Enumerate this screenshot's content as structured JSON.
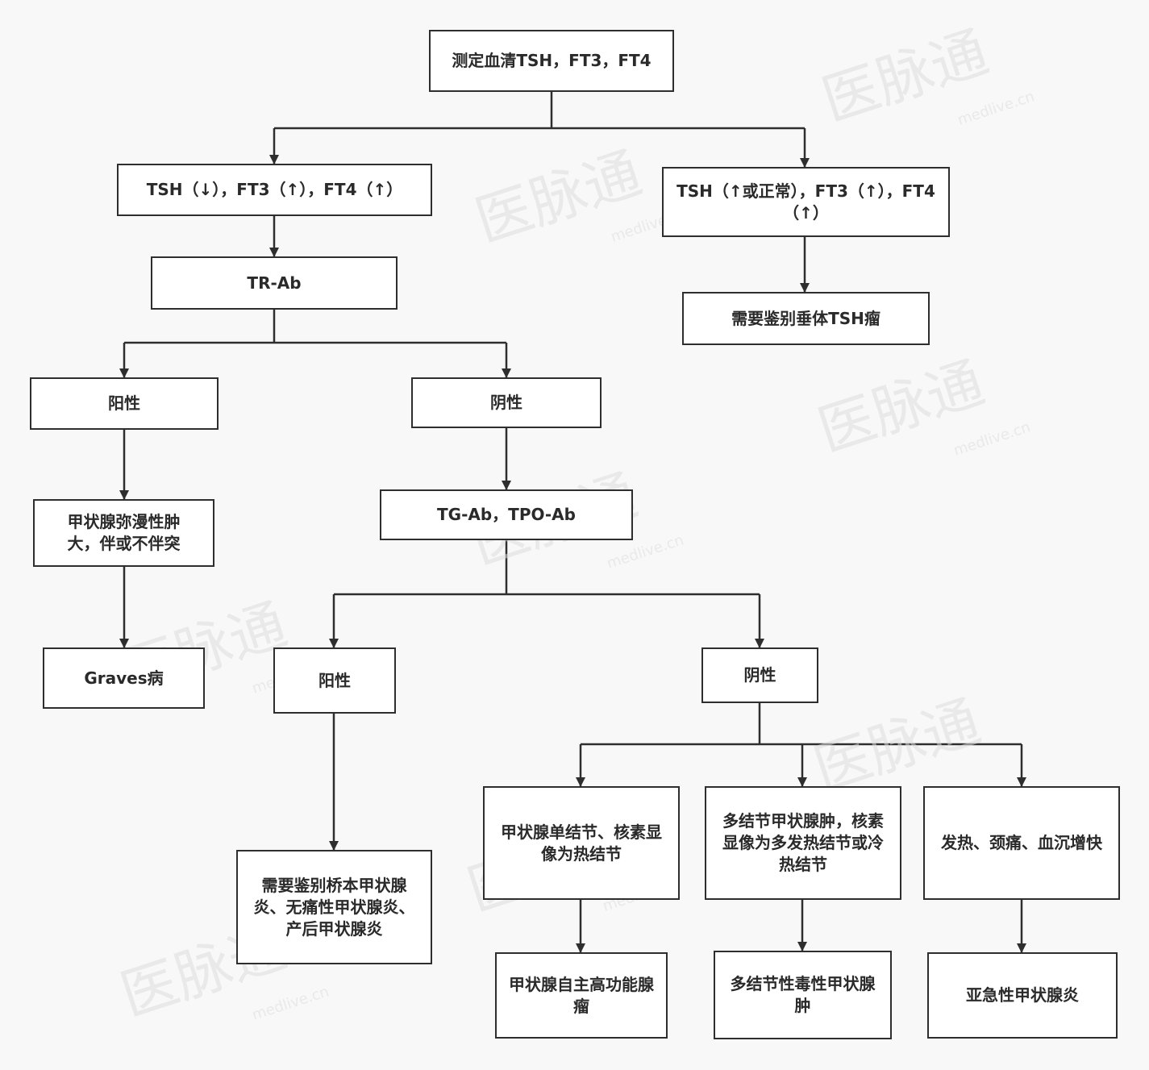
{
  "nodes": {
    "root": "测定血清TSH，FT3，FT4",
    "left_branch": "TSH（↓），FT3（↑），FT4（↑）",
    "right_branch": "TSH（↑或正常），FT3（↑），FT4（↑）",
    "trab": "TR-Ab",
    "tsh_tumor": "需要鉴别垂体TSH瘤",
    "trab_positive": "阳性",
    "trab_negative": "阴性",
    "diffuse_goiter": "甲状腺弥漫性肿大，伴或不伴突",
    "tg_tpo": "TG-Ab，TPO-Ab",
    "graves": "Graves病",
    "tgtpo_positive": "阳性",
    "tgtpo_negative": "阴性",
    "thyroiditis_diff": "需要鉴别桥本甲状腺炎、无痛性甲状腺炎、产后甲状腺炎",
    "single_hot_nodule": "甲状腺单结节、核素显像为热结节",
    "multinodular": "多结节甲状腺肿，核素显像为多发热结节或冷热结节",
    "fever_pain": "发热、颈痛、血沉增快",
    "autonomous_adenoma": "甲状腺自主高功能腺瘤",
    "toxic_multinodular": "多结节性毒性甲状腺肿",
    "subacute_thyroiditis": "亚急性甲状腺炎"
  },
  "watermark": {
    "brand": "医脉通",
    "url": "medlive.cn"
  }
}
